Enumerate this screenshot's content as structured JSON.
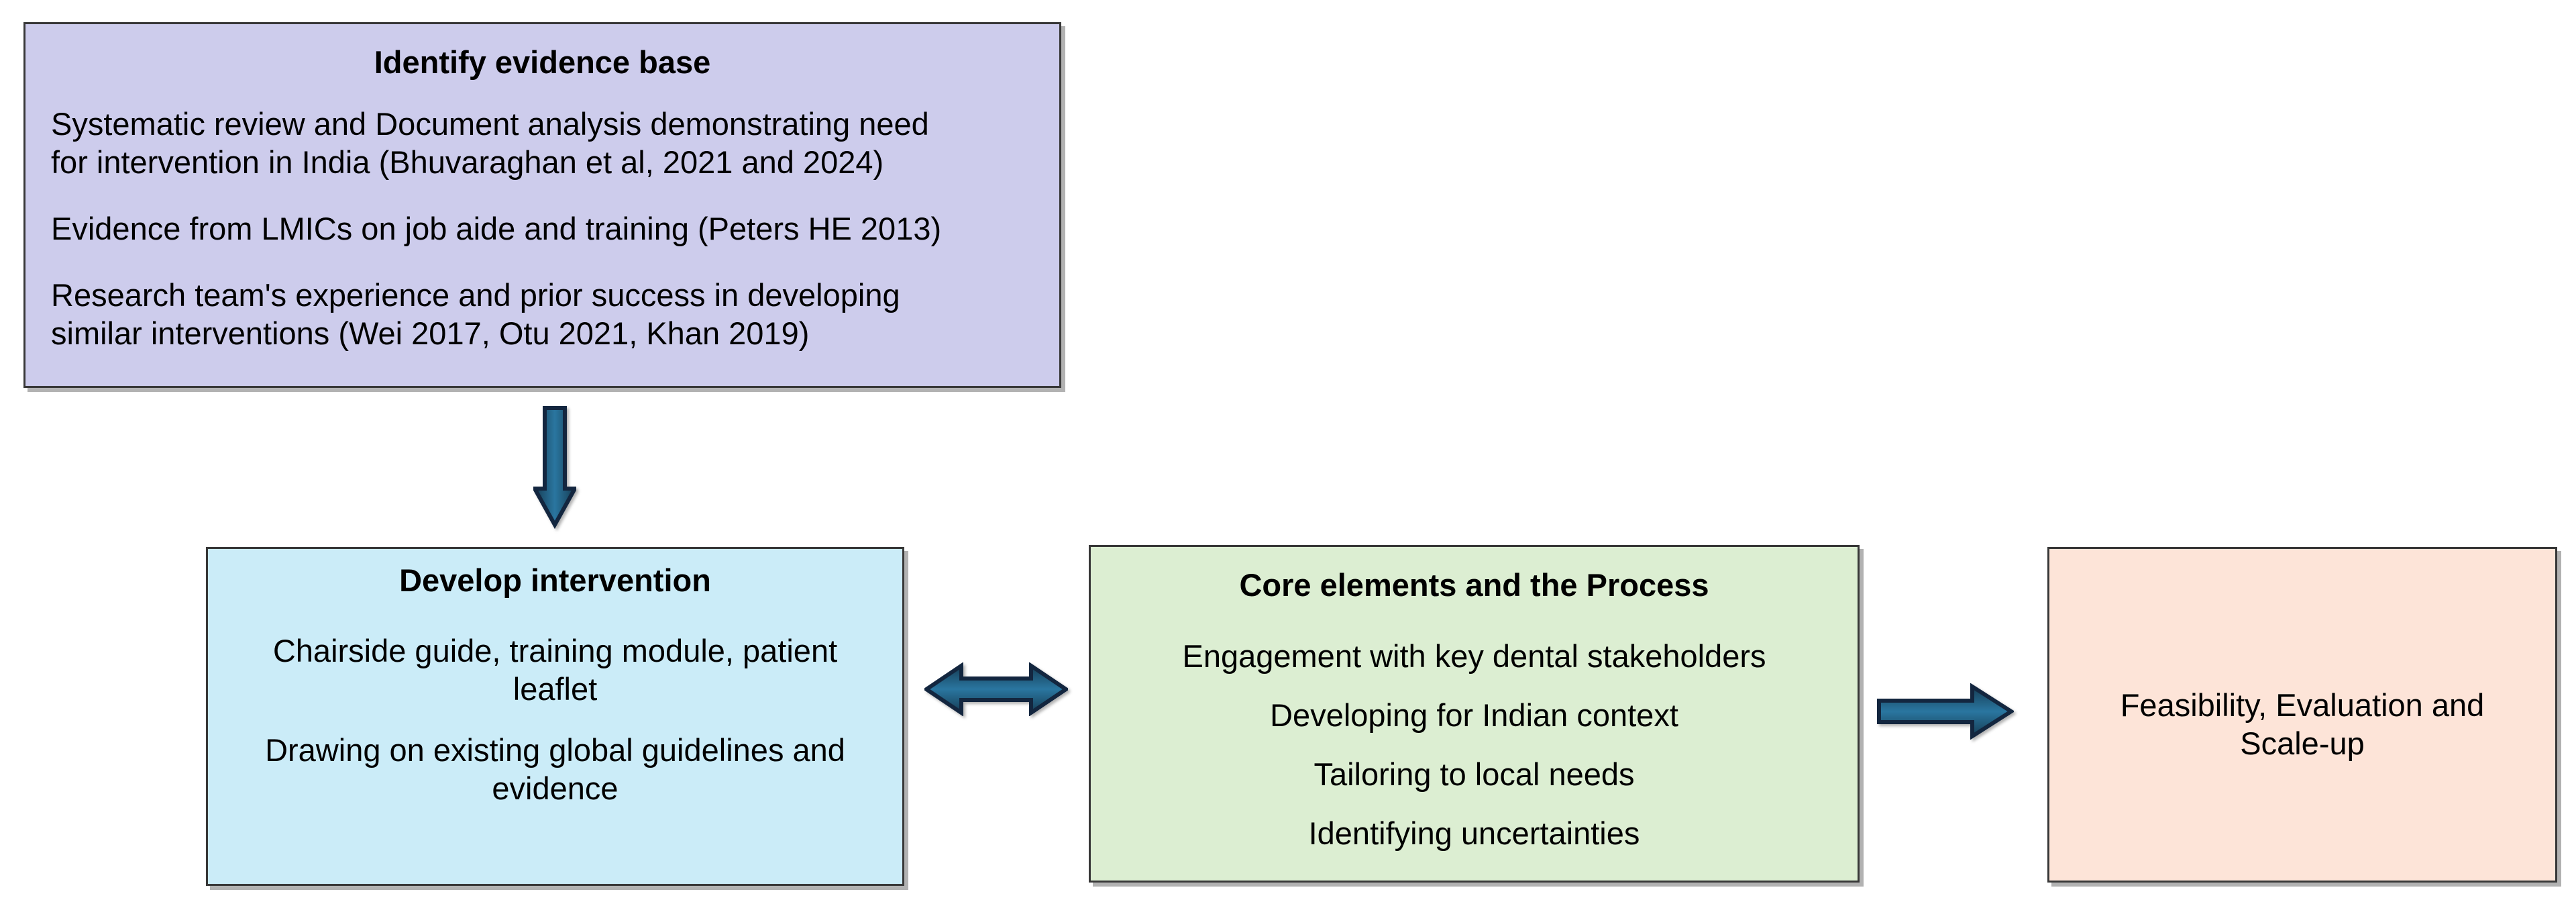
{
  "background": "#ffffff",
  "colors": {
    "evidence_fill": "#cdccec",
    "develop_fill": "#cbecf8",
    "core_fill": "#dceed2",
    "feasibility_fill": "#fde4d8",
    "box_border": "#383838",
    "arrow_fill_center": "#2a76a0",
    "arrow_fill_edge": "#163d54",
    "arrow_outline": "#13263f",
    "text_color": "#000000"
  },
  "boxes": {
    "evidence": {
      "title": "Identify evidence base",
      "para1_line1": "Systematic review and Document analysis demonstrating need",
      "para1_line2": "for intervention in India (Bhuvaraghan et al, 2021 and 2024)",
      "para2": "Evidence from LMICs on job aide and training (Peters HE 2013)",
      "para3_line1": "Research team's experience and prior success in developing",
      "para3_line2": "similar interventions (Wei 2017, Otu 2021, Khan 2019)"
    },
    "develop": {
      "title": "Develop intervention",
      "para1_line1": "Chairside guide, training module, patient",
      "para1_line2": "leaflet",
      "para2_line1": "Drawing on existing global guidelines and",
      "para2_line2": "evidence"
    },
    "core": {
      "title": "Core elements and the Process",
      "item1": "Engagement with key dental stakeholders",
      "item2": "Developing for Indian context",
      "item3": "Tailoring to local needs",
      "item4": "Identifying uncertainties"
    },
    "feasibility": {
      "line1": "Feasibility, Evaluation and",
      "line2": "Scale-up"
    }
  },
  "arrows": {
    "down": "down-arrow",
    "double_horizontal": "left-right-arrow",
    "right": "right-arrow"
  }
}
